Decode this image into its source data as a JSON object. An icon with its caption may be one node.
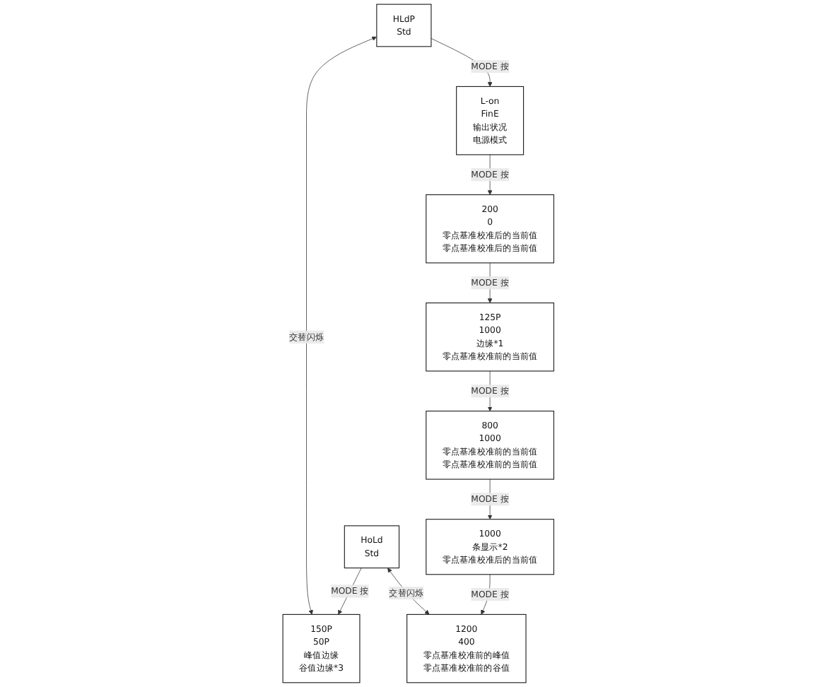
{
  "diagram": {
    "nodes": [
      {
        "text": [
          "L-on",
          "FinE",
          "输出状况",
          "电源模式"
        ]
      },
      {
        "text": [
          "200",
          "0",
          "零点基准校准后的当前值",
          "零点基准校准后的当前值"
        ]
      },
      {
        "text": [
          "125P",
          "1000",
          "边缘*1",
          "零点基准校准前的当前值"
        ]
      },
      {
        "text": [
          "HLdP",
          "Std"
        ]
      },
      {
        "text": [
          "150P",
          "50P",
          "峰值边缘",
          "谷值边缘*3"
        ]
      },
      {
        "text": [
          "800",
          "1000",
          "零点基准校准前的当前值",
          "零点基准校准前的当前值"
        ]
      },
      {
        "text": [
          "1000",
          "条显示*2",
          "零点基准校准后的当前值"
        ]
      },
      {
        "text": [
          "HoLd",
          "Std"
        ]
      },
      {
        "text": [
          "1200",
          "400",
          "零点基准校准前的峰值",
          "零点基准校准前的谷值"
        ]
      }
    ],
    "edges": [
      {
        "from": 0,
        "to": 1,
        "arrow": "to",
        "label": "MODE 按"
      },
      {
        "from": 1,
        "to": 2,
        "arrow": "to",
        "label": "MODE 按"
      },
      {
        "from": 2,
        "to": 5,
        "arrow": "to",
        "label": "MODE 按"
      },
      {
        "from": 5,
        "to": 6,
        "arrow": "to",
        "label": "MODE 按"
      },
      {
        "from": 7,
        "to": 4,
        "arrow": "to",
        "label": "MODE 按"
      },
      {
        "from": 7,
        "to": 8,
        "arrow": "both",
        "label": "交替闪烁"
      },
      {
        "from": 6,
        "to": 8,
        "arrow": "to",
        "label": "MODE 按"
      },
      {
        "from": 3,
        "to": 4,
        "arrow": "both",
        "label": "交替闪烁"
      },
      {
        "from": 3,
        "to": 0,
        "arrow": "to",
        "label": "MODE 按"
      }
    ]
  }
}
